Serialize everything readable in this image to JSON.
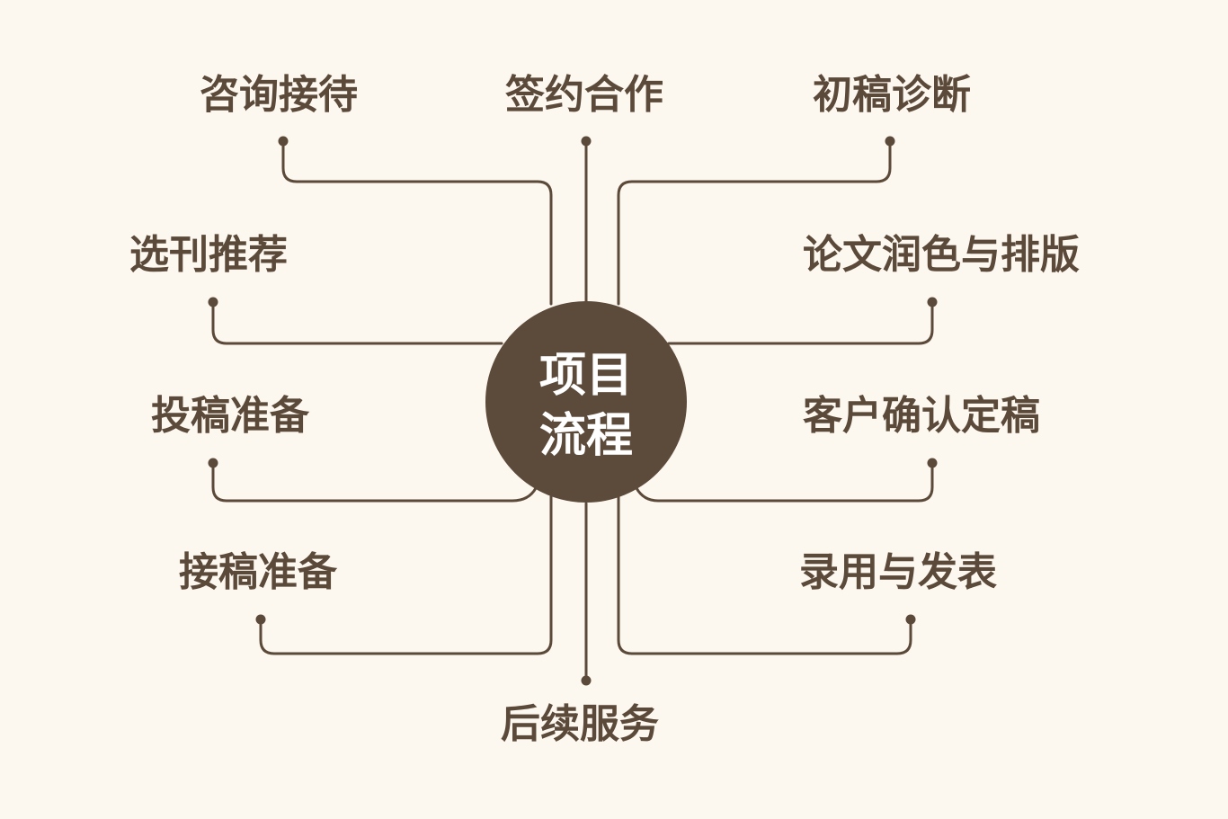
{
  "hub": {
    "line1": "项目",
    "line2": "流程"
  },
  "steps": [
    {
      "label": "咨询接待"
    },
    {
      "label": "签约合作"
    },
    {
      "label": "初稿诊断"
    },
    {
      "label": "选刊推荐"
    },
    {
      "label": "论文润色与排版"
    },
    {
      "label": "投稿准备"
    },
    {
      "label": "客户确认定稿"
    },
    {
      "label": "接稿准备"
    },
    {
      "label": "录用与发表"
    },
    {
      "label": "后续服务"
    }
  ]
}
